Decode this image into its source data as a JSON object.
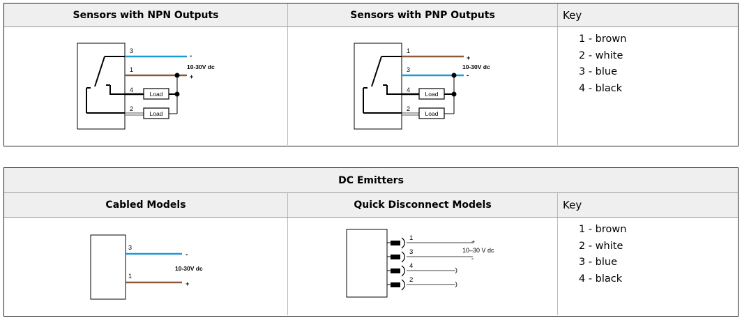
{
  "table1": {
    "headers": [
      "Sensors with NPN Outputs",
      "Sensors with PNP Outputs",
      "Key"
    ],
    "npn": {
      "wires": [
        "3",
        "1",
        "4",
        "2"
      ],
      "signs": [
        "-",
        "+"
      ],
      "voltage": "10-30V dc",
      "load_label": "Load"
    },
    "pnp": {
      "wires": [
        "1",
        "3",
        "4",
        "2"
      ],
      "signs": [
        "+",
        "-"
      ],
      "voltage": "10-30V dc",
      "load_label": "Load"
    },
    "key": [
      "1 - brown",
      "2 - white",
      "3 - blue",
      "4 - black"
    ]
  },
  "table2": {
    "title": "DC Emitters",
    "headers": [
      "Cabled Models",
      "Quick Disconnect Models",
      "Key"
    ],
    "cabled": {
      "wires": [
        "3",
        "1"
      ],
      "signs": [
        "-",
        "+"
      ],
      "voltage": "10-30V dc"
    },
    "qd": {
      "pins": [
        "1",
        "3",
        "4",
        "2"
      ],
      "signs": [
        "+",
        "-"
      ],
      "voltage": "10–30 V dc"
    },
    "key": [
      "1 - brown",
      "2 - white",
      "3 - blue",
      "4 - black"
    ]
  },
  "colors": {
    "brown": "#8b5a3c",
    "blue": "#1e9ad6",
    "black": "#000000",
    "header_bg": "#efefef"
  }
}
